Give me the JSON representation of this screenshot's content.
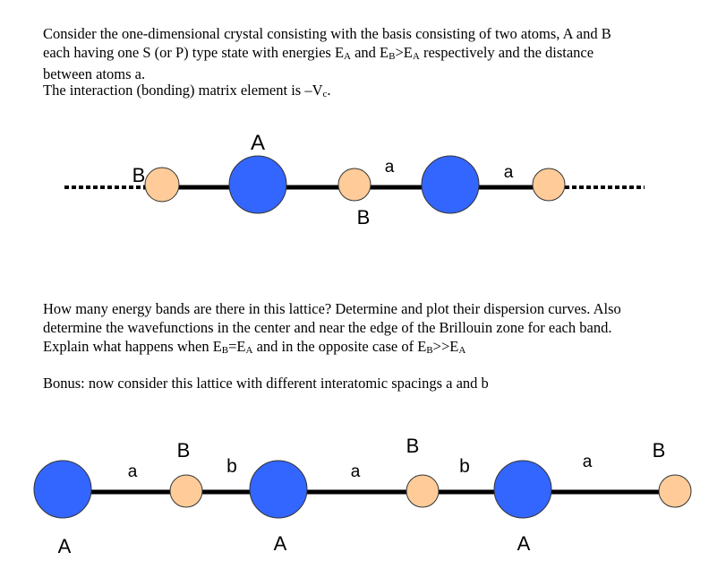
{
  "problem": {
    "intro_line1": "Consider the one-dimensional crystal consisting with the basis consisting of two atoms, A and B",
    "intro_line2_a": "each having one S (or P) type state with energies E",
    "sub_A": "A",
    "intro_line2_b": " and  E",
    "sub_B": "B",
    "intro_line2_c": ">E",
    "intro_line2_d": " respectively  and the distance",
    "intro_line3": "between atoms a.",
    "interaction_a": "The interaction (bonding)  matrix element is –V",
    "sub_c": "c",
    "interaction_b": ".",
    "question_line1": "How many energy bands are there in this lattice? Determine and plot their dispersion curves. Also",
    "question_line2": "determine the wavefunctions in the center and near the edge of the Brillouin zone for each band.",
    "question_line3_a": "Explain what happens when E",
    "question_line3_b": "=E",
    "question_line3_c": "  and in the opposite case of E",
    "question_line3_d": ">>E",
    "bonus": "Bonus: now consider this lattice with different interatomic spacings a and b"
  },
  "diagram1": {
    "label_A": "A",
    "label_B_left": "B",
    "label_a1": "a",
    "label_B_bottom": "B",
    "label_a2": "a"
  },
  "diagram2": {
    "label_a1": "a",
    "label_B1": "B",
    "label_b1": "b",
    "label_a2": "a",
    "label_B2": "B",
    "label_b2": "b",
    "label_a3": "a",
    "label_B3": "B",
    "label_A1": "A",
    "label_A2": "A",
    "label_A3": "A"
  },
  "colors": {
    "atom_A": "#3366ff",
    "atom_B": "#ffcc99",
    "bond": "#000000"
  }
}
